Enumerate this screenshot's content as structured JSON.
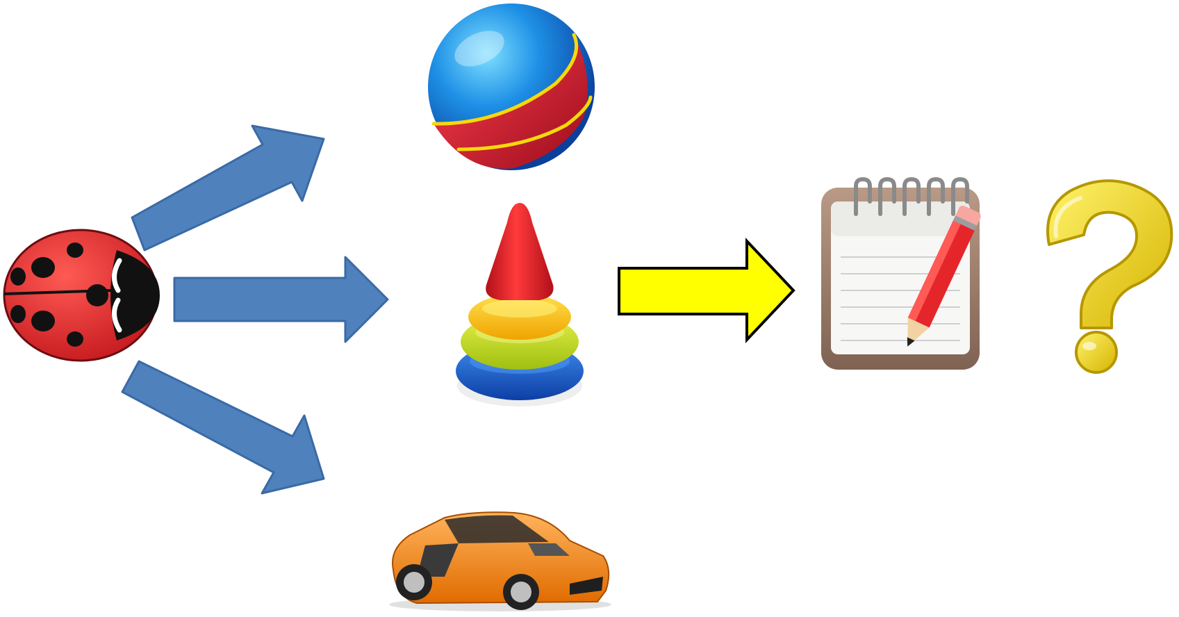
{
  "scene": {
    "background": "#ffffff",
    "items": [
      {
        "name": "ladybug-icon",
        "kind": "picture"
      },
      {
        "name": "ball-icon",
        "kind": "picture"
      },
      {
        "name": "stacking-pyramid-icon",
        "kind": "picture"
      },
      {
        "name": "toy-car-icon",
        "kind": "picture"
      },
      {
        "name": "notepad-pencil-icon",
        "kind": "picture"
      },
      {
        "name": "question-mark-icon",
        "kind": "picture"
      }
    ],
    "arrows": [
      {
        "name": "arrow-to-ball",
        "from": "ladybug-icon",
        "to": "ball-icon",
        "color": "#4f81bd"
      },
      {
        "name": "arrow-to-pyramid",
        "from": "ladybug-icon",
        "to": "stacking-pyramid-icon",
        "color": "#4f81bd"
      },
      {
        "name": "arrow-to-car",
        "from": "ladybug-icon",
        "to": "toy-car-icon",
        "color": "#4f81bd"
      },
      {
        "name": "arrow-to-notepad",
        "from": "stacking-pyramid-icon",
        "to": "notepad-pencil-icon",
        "color": "#ffff00"
      }
    ]
  },
  "colors": {
    "blue_arrow_fill": "#4f81bd",
    "blue_arrow_stroke": "#3a6aa6",
    "yellow_arrow_fill": "#ffff00",
    "yellow_arrow_stroke": "#000000",
    "ladybug_red": "#e3262b",
    "ball_blue": "#1e88e5",
    "ball_red": "#d7192b",
    "ball_stripe": "#f5d90a",
    "pyramid_red": "#e31b23",
    "pyramid_orange": "#ffc20e",
    "pyramid_yellowgreen": "#c8dc1c",
    "pyramid_blue": "#1c63c8",
    "car_orange": "#f38a1d",
    "notepad_frame": "#9a7b6a",
    "question_yellow": "#f4d90a"
  }
}
